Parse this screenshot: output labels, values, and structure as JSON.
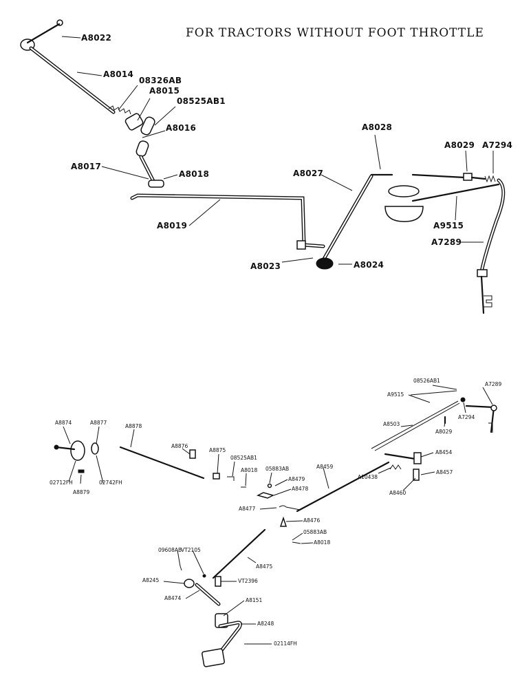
{
  "title": "FOR TRACTORS WITHOUT FOOT THROTTLE",
  "top_assembly": {
    "labels": [
      "A8022",
      "A8014",
      "08326AB",
      "A8015",
      "08525AB1",
      "A8016",
      "A8017",
      "A8018",
      "A8019",
      "A8028",
      "A8029",
      "A7294",
      "A8027",
      "A9515",
      "A7289",
      "A8023",
      "A8024"
    ]
  },
  "bottom_assembly": {
    "labels": [
      "08526AB1",
      "A7289",
      "A9515",
      "A7294",
      "A8503",
      "A8029",
      "A8874",
      "A8877",
      "A8878",
      "A8876",
      "A8875",
      "08525AB1",
      "A8018",
      "05883AB",
      "A8479",
      "A8478",
      "A8459",
      "A8454",
      "A8457",
      "A10438",
      "A8460",
      "02712FH",
      "02742FH",
      "A8879",
      "A8477",
      "A8476",
      "05883AB",
      "A8018",
      "09608AB",
      "VT2105",
      "A8475",
      "A8245",
      "VT2396",
      "A8474",
      "A8151",
      "A8248",
      "02114FH"
    ]
  }
}
